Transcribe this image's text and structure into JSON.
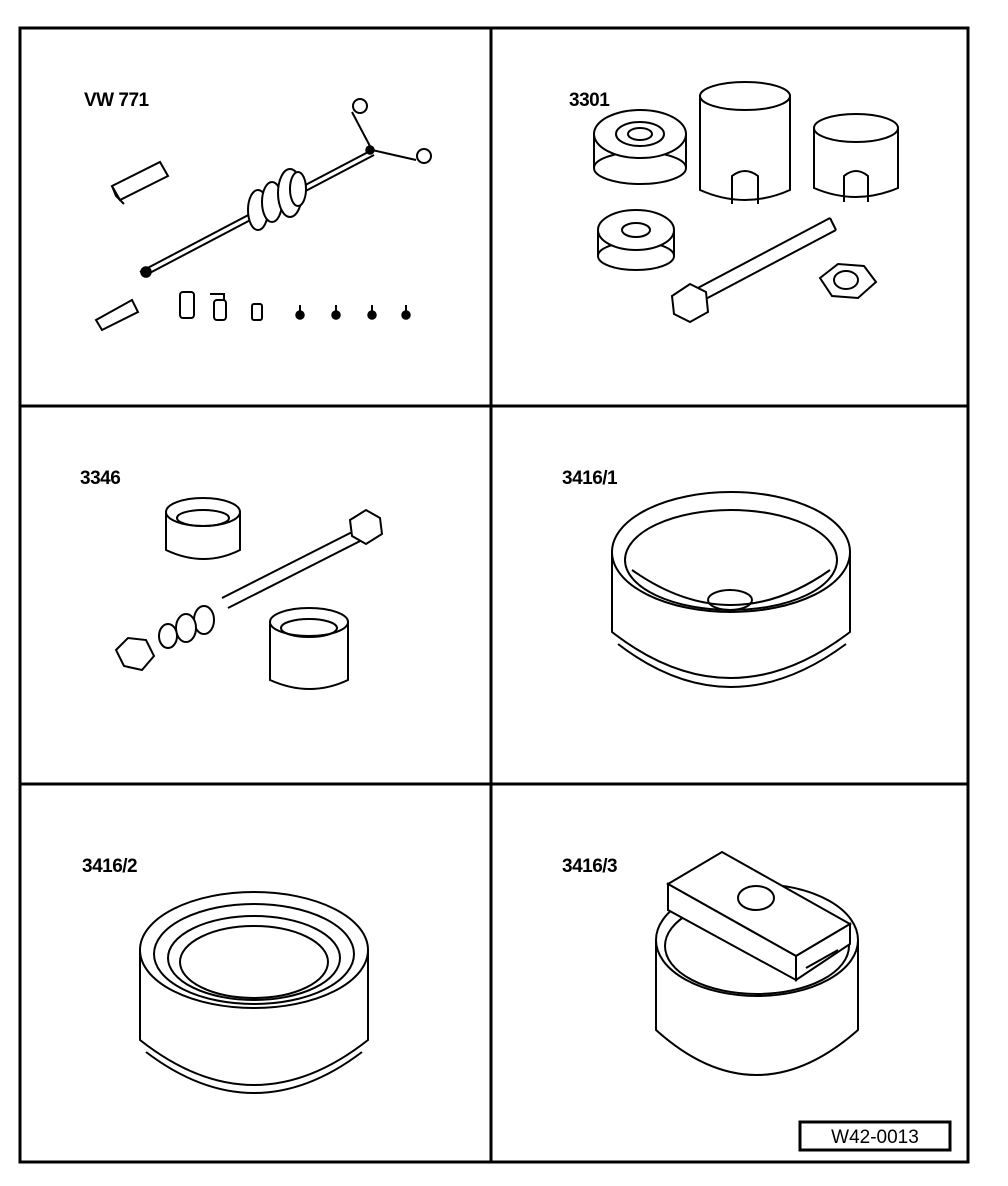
{
  "panels": [
    {
      "label": "VW 771"
    },
    {
      "label": "3301"
    },
    {
      "label": "3346"
    },
    {
      "label": "3416/1"
    },
    {
      "label": "3416/2"
    },
    {
      "label": "3416/3"
    }
  ],
  "reference": "W42-0013"
}
